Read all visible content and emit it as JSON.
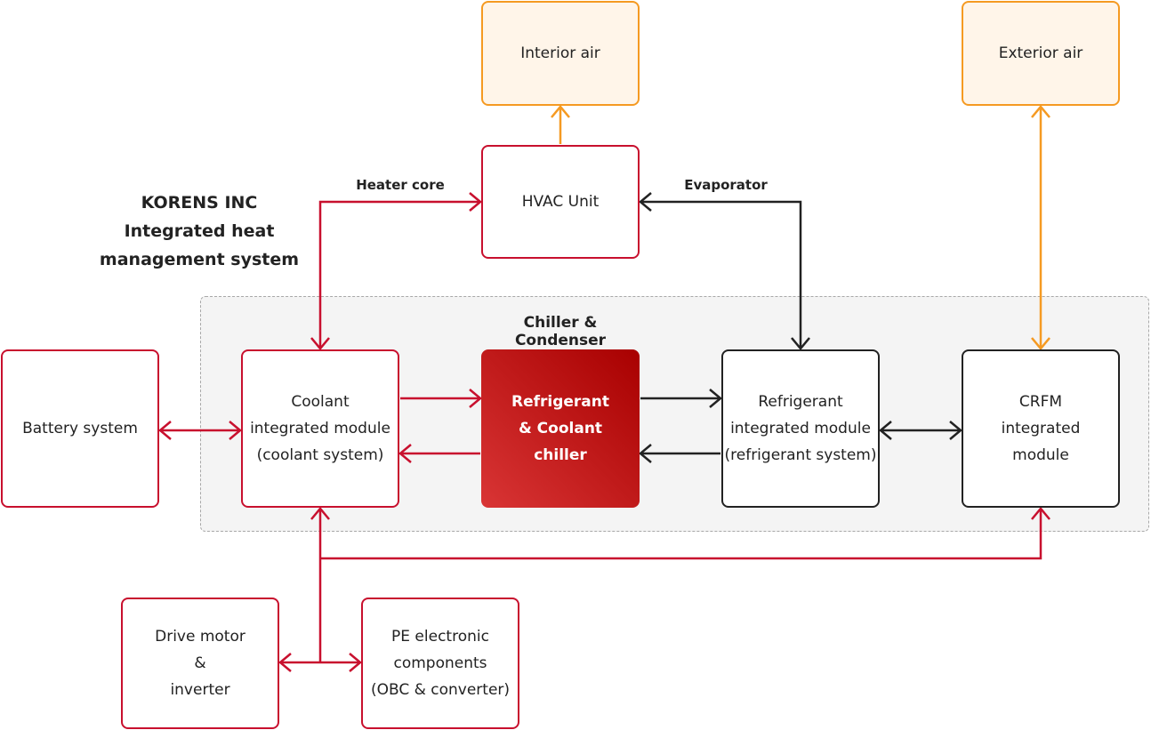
{
  "title": {
    "line1": "KORENS INC",
    "line2": "Integrated heat",
    "line3": "management system"
  },
  "group": {
    "label": "Chiller & Condenser"
  },
  "nodes": {
    "interior_air": "Interior air",
    "exterior_air": "Exterior air",
    "hvac_unit": "HVAC Unit",
    "battery_system": "Battery system",
    "coolant_module": "Coolant\nintegrated module\n(coolant system)",
    "chiller": "Refrigerant\n& Coolant\nchiller",
    "refrigerant_module": "Refrigerant\nintegrated module\n(refrigerant system)",
    "crfm_module": "CRFM\nintegrated\nmodule",
    "drive_motor": "Drive motor\n&\ninverter",
    "pe_components": "PE electronic\ncomponents\n(OBC & converter)"
  },
  "edges": {
    "heater_core": "Heater core",
    "evaporator": "Evaporator"
  },
  "colors": {
    "red": "#c8102e",
    "dark": "#222222",
    "orange": "#f59a22",
    "orange_fill": "#fff5e9"
  }
}
